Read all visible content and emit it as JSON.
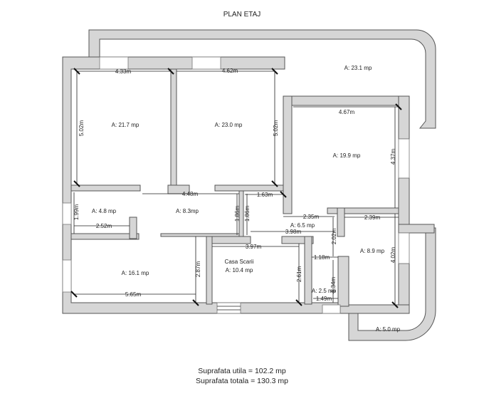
{
  "title": "PLAN ETAJ",
  "rooms": {
    "terrace": "A: 23.1 mp",
    "room1": "A: 21.7 mp",
    "room2": "A: 23.0 mp",
    "room3": "A: 19.9 mp",
    "room4": "A: 4.8 mp",
    "hall": "A: 8.3mp",
    "corridor": "A: 6.5 mp",
    "stair_name": "Casa Scarii",
    "stair_area": "A: 10.4 mp",
    "room5": "A: 8.9 mp",
    "room6": "A: 16.1 mp",
    "wc": "A: 2.5 mp",
    "balcony": "A: 5.0 mp"
  },
  "dimensions": {
    "d433": "4.33m",
    "d462": "4.62m",
    "d467": "4.67m",
    "d502a": "5.02m",
    "d502b": "5.02m",
    "d437": "4.37m",
    "d448": "4.48m",
    "d163": "1.63m",
    "d199": "1.99m",
    "d252": "2.52m",
    "d186a": "1.86m",
    "d186b": "1.86m",
    "d235": "2.35m",
    "d239": "2.39m",
    "d398": "3.98m",
    "d202": "2.02m",
    "d397": "3.97m",
    "d118": "1.18m",
    "d402": "4.02m",
    "d287": "2.87m",
    "d261": "2.61m",
    "d134": "1.34m",
    "d149": "1.49m",
    "d565": "5.65m"
  },
  "summary": {
    "usable": "Suprafata utila = 102.2 mp",
    "total": "Suprafata totala = 130.3 mp"
  }
}
